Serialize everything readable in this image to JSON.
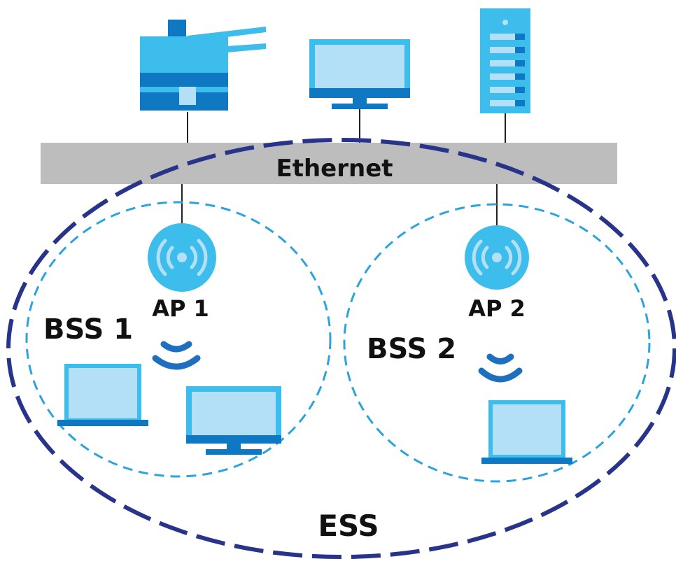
{
  "labels": {
    "ethernet": "Ethernet",
    "ap1": "AP 1",
    "ap2": "AP 2",
    "bss1": "BSS 1",
    "bss2": "BSS 2",
    "ess": "ESS"
  },
  "colors": {
    "device_light": "#b3e0f7",
    "device_mid": "#3cbdeb",
    "device_dark": "#0f78c2",
    "ethernet_bar": "#bdbdbd",
    "cable": "#222222",
    "bss_dash": "#2ca3dd",
    "ess_dash": "#28338a",
    "wifi_signal": "#1f6fc0"
  },
  "icons": {
    "printer": "printer-icon",
    "monitor": "monitor-icon",
    "server": "server-icon",
    "access_point": "access-point-icon",
    "laptop": "laptop-icon",
    "wifi": "wifi-signal-icon"
  }
}
